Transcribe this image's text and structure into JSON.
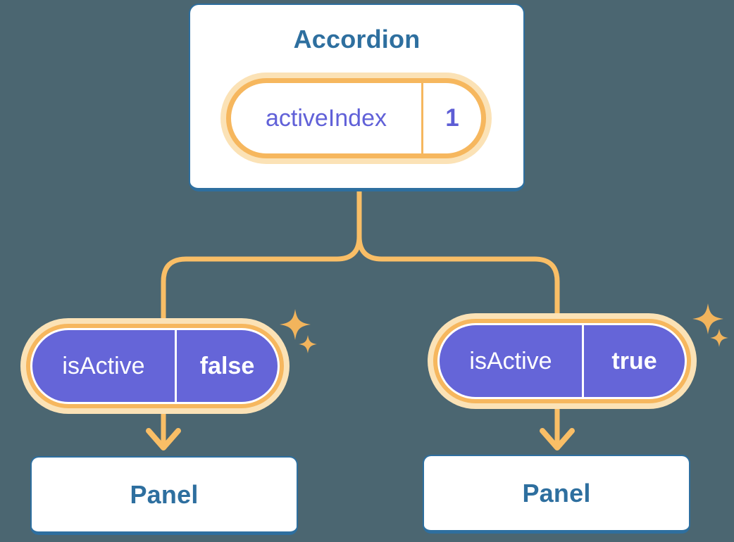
{
  "colors": {
    "background": "#4b6671",
    "box_border_blue": "#2e6f9f",
    "title_blue": "#2e6f9f",
    "connector_orange": "#f9be66",
    "pill_ring_orange": "#f6b75e",
    "pill_glow": "#fbe2b6",
    "prop_pill_purple": "#6565d8",
    "state_text_purple": "#6161d8",
    "sparkle_orange": "#f2b45c",
    "pill_fill_white": "#ffffff"
  },
  "icons": {
    "sparkle": "sparkle-icon"
  },
  "diagram": {
    "root": {
      "title": "Accordion",
      "state_pill": {
        "label": "activeIndex",
        "value": "1"
      }
    },
    "children": [
      {
        "prop_pill": {
          "label": "isActive",
          "value": "false"
        },
        "panel": {
          "title": "Panel"
        }
      },
      {
        "prop_pill": {
          "label": "isActive",
          "value": "true"
        },
        "panel": {
          "title": "Panel"
        }
      }
    ]
  }
}
